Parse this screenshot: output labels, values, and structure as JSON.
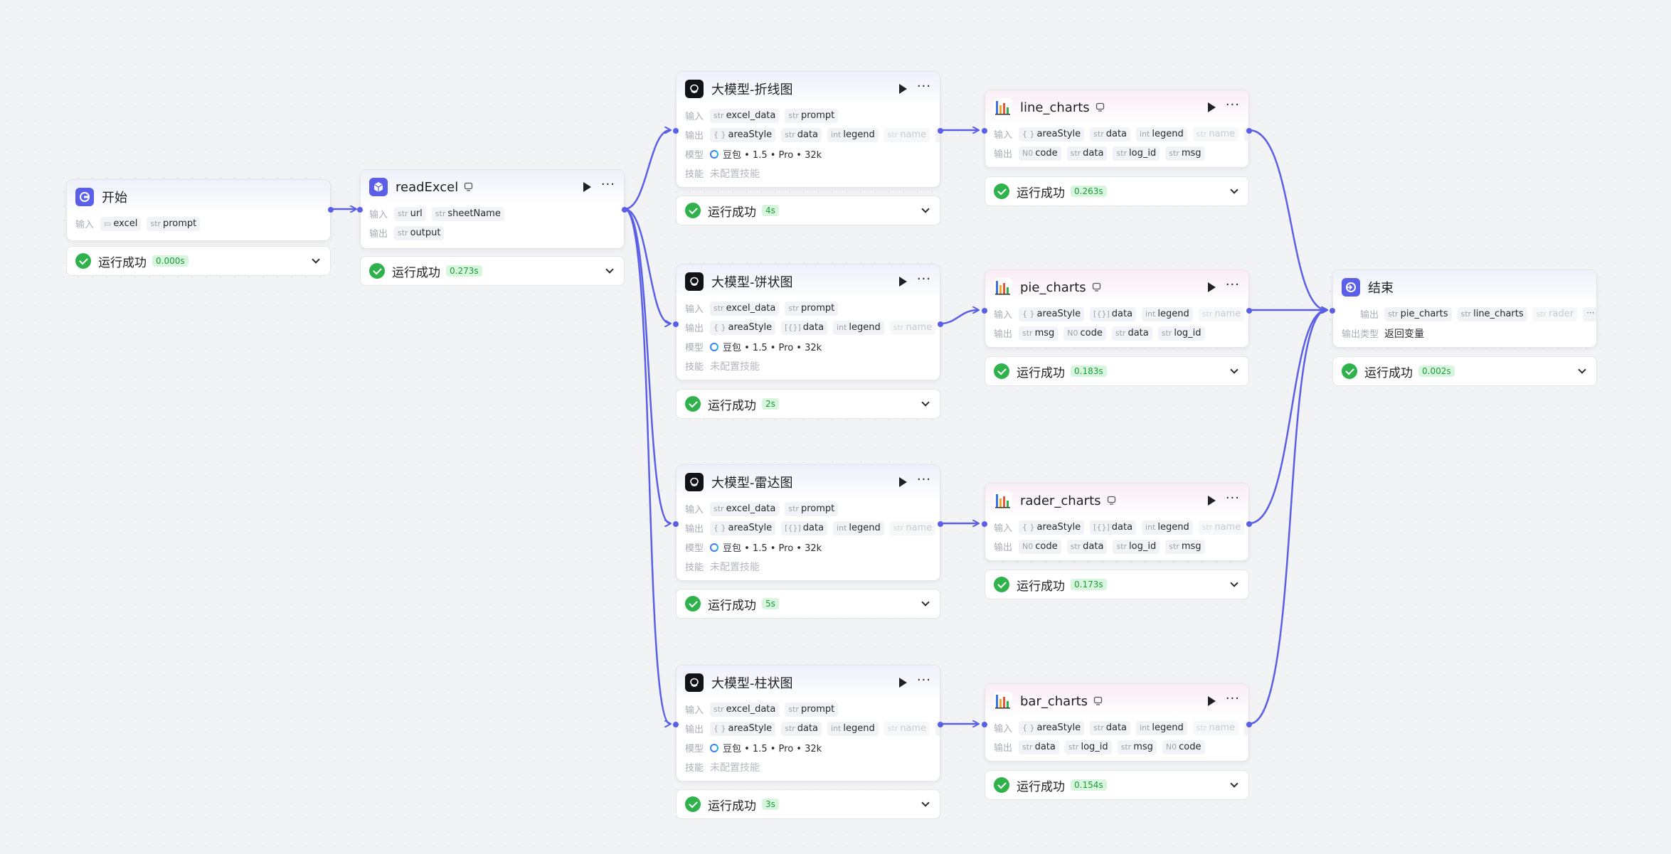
{
  "labels": {
    "input": "输入",
    "output": "输出",
    "model": "模型",
    "skill": "技能",
    "output_type": "输出类型"
  },
  "nodes": {
    "start": {
      "title": "开始",
      "inputs": [
        {
          "t": "",
          "n": "excel"
        },
        {
          "t": "str",
          "n": "prompt"
        }
      ],
      "status": "运行成功",
      "time": "0.000s"
    },
    "read": {
      "title": "readExcel",
      "inputs": [
        {
          "t": "str",
          "n": "url"
        },
        {
          "t": "str",
          "n": "sheetName"
        }
      ],
      "outputs": [
        {
          "t": "str",
          "n": "output"
        }
      ],
      "status": "运行成功",
      "time": "0.273s"
    },
    "llm_line": {
      "title": "大模型-折线图",
      "inputs": [
        {
          "t": "str",
          "n": "excel_data"
        },
        {
          "t": "str",
          "n": "prompt"
        }
      ],
      "outputs": [
        {
          "t": "{ }",
          "n": "areaStyle"
        },
        {
          "t": "str",
          "n": "data"
        },
        {
          "t": "int",
          "n": "legend"
        },
        {
          "t": "str",
          "n": "name"
        }
      ],
      "model": "豆包 • 1.5 • Pro • 32k",
      "skill": "未配置技能",
      "status": "运行成功",
      "time": "4s"
    },
    "llm_pie": {
      "title": "大模型-饼状图",
      "inputs": [
        {
          "t": "str",
          "n": "excel_data"
        },
        {
          "t": "str",
          "n": "prompt"
        }
      ],
      "outputs": [
        {
          "t": "{ }",
          "n": "areaStyle"
        },
        {
          "t": "[{}]",
          "n": "data"
        },
        {
          "t": "int",
          "n": "legend"
        },
        {
          "t": "str",
          "n": "name"
        }
      ],
      "model": "豆包 • 1.5 • Pro • 32k",
      "skill": "未配置技能",
      "status": "运行成功",
      "time": "2s"
    },
    "llm_radar": {
      "title": "大模型-雷达图",
      "inputs": [
        {
          "t": "str",
          "n": "excel_data"
        },
        {
          "t": "str",
          "n": "prompt"
        }
      ],
      "outputs": [
        {
          "t": "{ }",
          "n": "areaStyle"
        },
        {
          "t": "[{}]",
          "n": "data"
        },
        {
          "t": "int",
          "n": "legend"
        },
        {
          "t": "str",
          "n": "name"
        }
      ],
      "model": "豆包 • 1.5 • Pro • 32k",
      "skill": "未配置技能",
      "status": "运行成功",
      "time": "5s"
    },
    "llm_bar": {
      "title": "大模型-柱状图",
      "inputs": [
        {
          "t": "str",
          "n": "excel_data"
        },
        {
          "t": "str",
          "n": "prompt"
        }
      ],
      "outputs": [
        {
          "t": "{ }",
          "n": "areaStyle"
        },
        {
          "t": "str",
          "n": "data"
        },
        {
          "t": "int",
          "n": "legend"
        },
        {
          "t": "str",
          "n": "name"
        }
      ],
      "model": "豆包 • 1.5 • Pro • 32k",
      "skill": "未配置技能",
      "status": "运行成功",
      "time": "3s"
    },
    "line_charts": {
      "title": "line_charts",
      "inputs": [
        {
          "t": "{ }",
          "n": "areaStyle"
        },
        {
          "t": "str",
          "n": "data"
        },
        {
          "t": "int",
          "n": "legend"
        },
        {
          "t": "str",
          "n": "name"
        }
      ],
      "outputs": [
        {
          "t": "N0",
          "n": "code"
        },
        {
          "t": "str",
          "n": "data"
        },
        {
          "t": "str",
          "n": "log_id"
        },
        {
          "t": "str",
          "n": "msg"
        }
      ],
      "status": "运行成功",
      "time": "0.263s"
    },
    "pie_charts": {
      "title": "pie_charts",
      "inputs": [
        {
          "t": "{ }",
          "n": "areaStyle"
        },
        {
          "t": "[{}]",
          "n": "data"
        },
        {
          "t": "int",
          "n": "legend"
        },
        {
          "t": "str",
          "n": "name"
        }
      ],
      "outputs": [
        {
          "t": "str",
          "n": "msg"
        },
        {
          "t": "N0",
          "n": "code"
        },
        {
          "t": "str",
          "n": "data"
        },
        {
          "t": "str",
          "n": "log_id"
        }
      ],
      "status": "运行成功",
      "time": "0.183s"
    },
    "rader_charts": {
      "title": "rader_charts",
      "inputs": [
        {
          "t": "{ }",
          "n": "areaStyle"
        },
        {
          "t": "[{}]",
          "n": "data"
        },
        {
          "t": "int",
          "n": "legend"
        },
        {
          "t": "str",
          "n": "name"
        }
      ],
      "outputs": [
        {
          "t": "N0",
          "n": "code"
        },
        {
          "t": "str",
          "n": "data"
        },
        {
          "t": "str",
          "n": "log_id"
        },
        {
          "t": "str",
          "n": "msg"
        }
      ],
      "status": "运行成功",
      "time": "0.173s"
    },
    "bar_charts": {
      "title": "bar_charts",
      "inputs": [
        {
          "t": "{ }",
          "n": "areaStyle"
        },
        {
          "t": "str",
          "n": "data"
        },
        {
          "t": "int",
          "n": "legend"
        },
        {
          "t": "str",
          "n": "name"
        }
      ],
      "outputs": [
        {
          "t": "str",
          "n": "data"
        },
        {
          "t": "str",
          "n": "log_id"
        },
        {
          "t": "str",
          "n": "msg"
        },
        {
          "t": "N0",
          "n": "code"
        }
      ],
      "status": "运行成功",
      "time": "0.154s"
    },
    "end": {
      "title": "结束",
      "outputs": [
        {
          "t": "str",
          "n": "pie_charts"
        },
        {
          "t": "str",
          "n": "line_charts"
        },
        {
          "t": "str",
          "n": "rader"
        }
      ],
      "output_type": "返回变量",
      "status": "运行成功",
      "time": "0.002s"
    }
  },
  "colors": {
    "edge": "#5a5fe6",
    "success": "#2fb24c",
    "accent": "#5b5fe8"
  },
  "more_glyph": "···"
}
